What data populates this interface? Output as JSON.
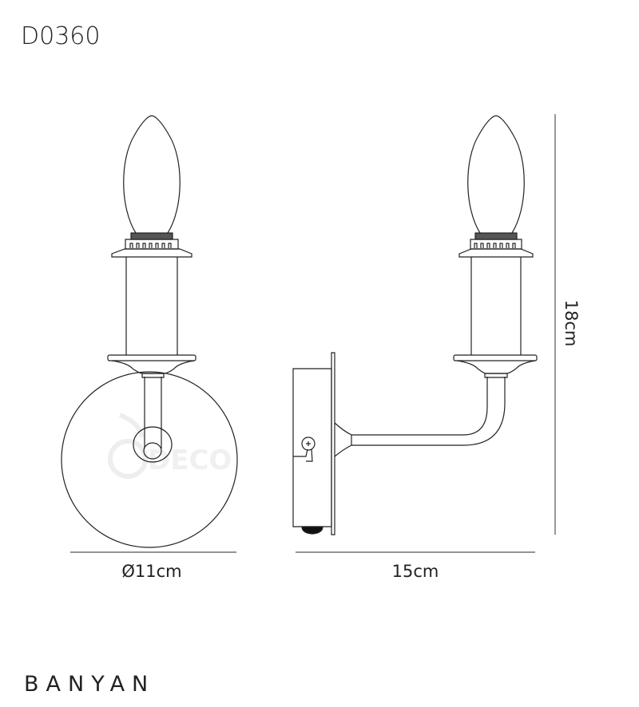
{
  "product_code": "D0360",
  "product_name": "BANYAN",
  "watermark_logo": "DECO",
  "dimensions": {
    "diameter": "Ø11cm",
    "projection": "15cm",
    "height": "18cm"
  },
  "colors": {
    "line": "#222222",
    "dimension_line": "#555555",
    "watermark": "#eeeeee"
  }
}
